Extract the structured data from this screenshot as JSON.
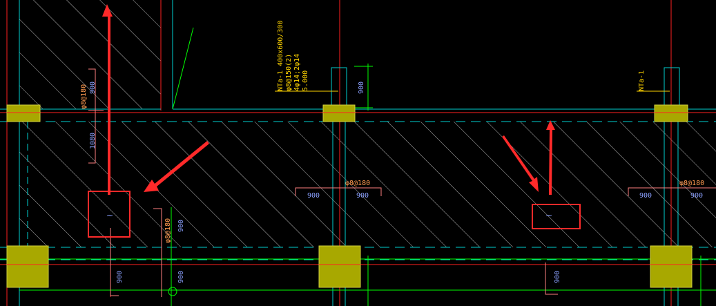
{
  "drawing": {
    "beam_label_left": "NTa-1 400x600/300",
    "beam_spec_stirrup": "φ8@150(2)",
    "beam_spec_bars": "4φ14;2φ14",
    "beam_spec_elev": "5.000",
    "beam_label_right": "NTa-1",
    "rebar_top_left": "φ8@180",
    "rebar_mid_center": "φ8@180",
    "rebar_mid_right": "φ8@180",
    "rebar_bottom_left": "φ8@180",
    "dim_900": "900",
    "dim_1080": "1080",
    "marker_glyph": "~"
  },
  "colors": {
    "background": "#000000",
    "grid_red": "#ff2020",
    "wall_cyan": "#00d0d0",
    "hatch": "#bfbfbf",
    "column_olive": "#a8a800",
    "dim_green": "#00ff00",
    "text_yellow": "#ffd400",
    "text_orange": "#ff9a50",
    "text_blue": "#8aa0ff",
    "arrow_red": "#ff2a2a"
  }
}
